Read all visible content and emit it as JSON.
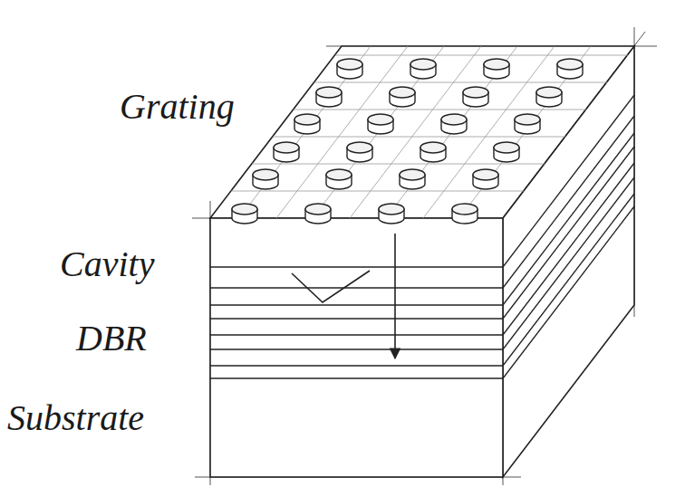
{
  "diagram": {
    "labels": [
      "Grating",
      "Cavity",
      "DBR",
      "Substrate"
    ]
  }
}
